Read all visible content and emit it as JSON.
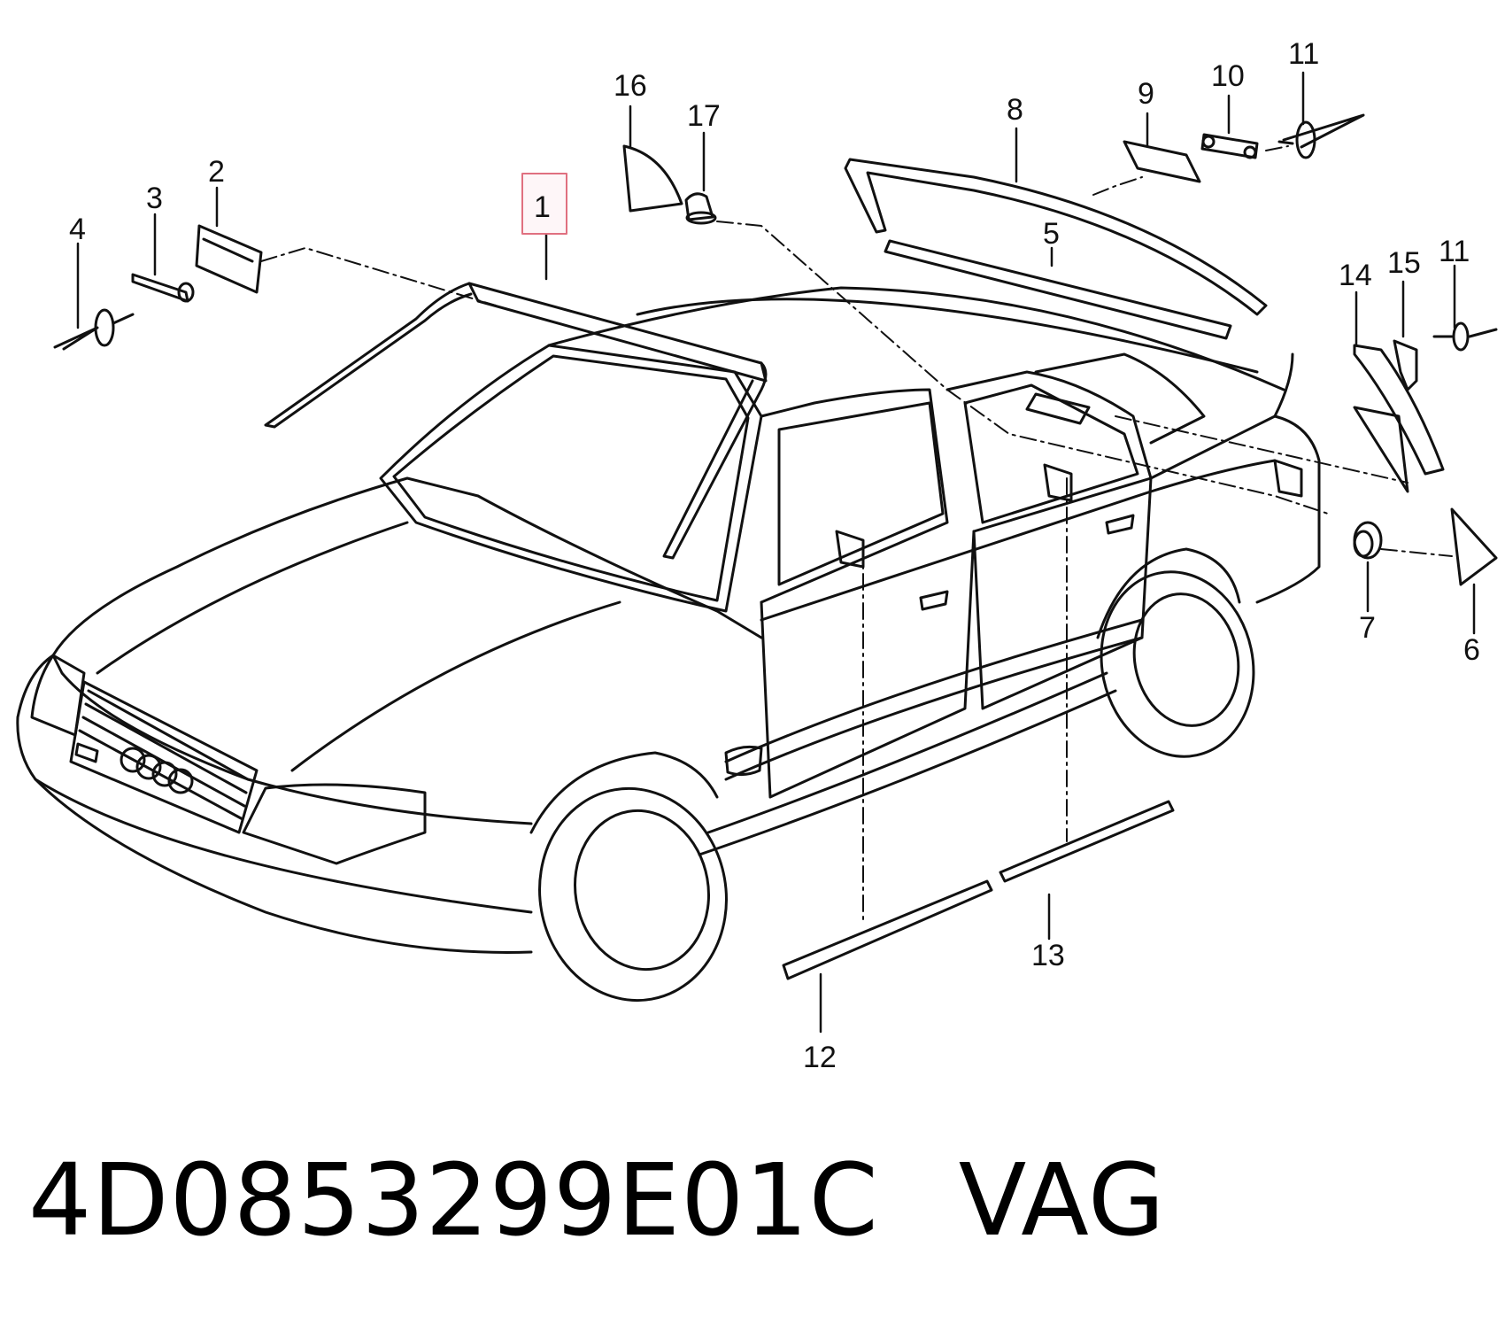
{
  "diagram": {
    "callouts": [
      {
        "id": "1",
        "text": "1",
        "highlighted": true
      },
      {
        "id": "2",
        "text": "2"
      },
      {
        "id": "3",
        "text": "3"
      },
      {
        "id": "4",
        "text": "4"
      },
      {
        "id": "5",
        "text": "5"
      },
      {
        "id": "6",
        "text": "6"
      },
      {
        "id": "7",
        "text": "7"
      },
      {
        "id": "8",
        "text": "8"
      },
      {
        "id": "9",
        "text": "9"
      },
      {
        "id": "10",
        "text": "10"
      },
      {
        "id": "11a",
        "text": "11"
      },
      {
        "id": "11b",
        "text": "11"
      },
      {
        "id": "12",
        "text": "12"
      },
      {
        "id": "13",
        "text": "13"
      },
      {
        "id": "14",
        "text": "14"
      },
      {
        "id": "15",
        "text": "15"
      },
      {
        "id": "16",
        "text": "16"
      },
      {
        "id": "17",
        "text": "17"
      }
    ],
    "highlight_color": "#e07080"
  },
  "footer": {
    "part_number": "4D0853299E01C",
    "brand": "VAG"
  }
}
